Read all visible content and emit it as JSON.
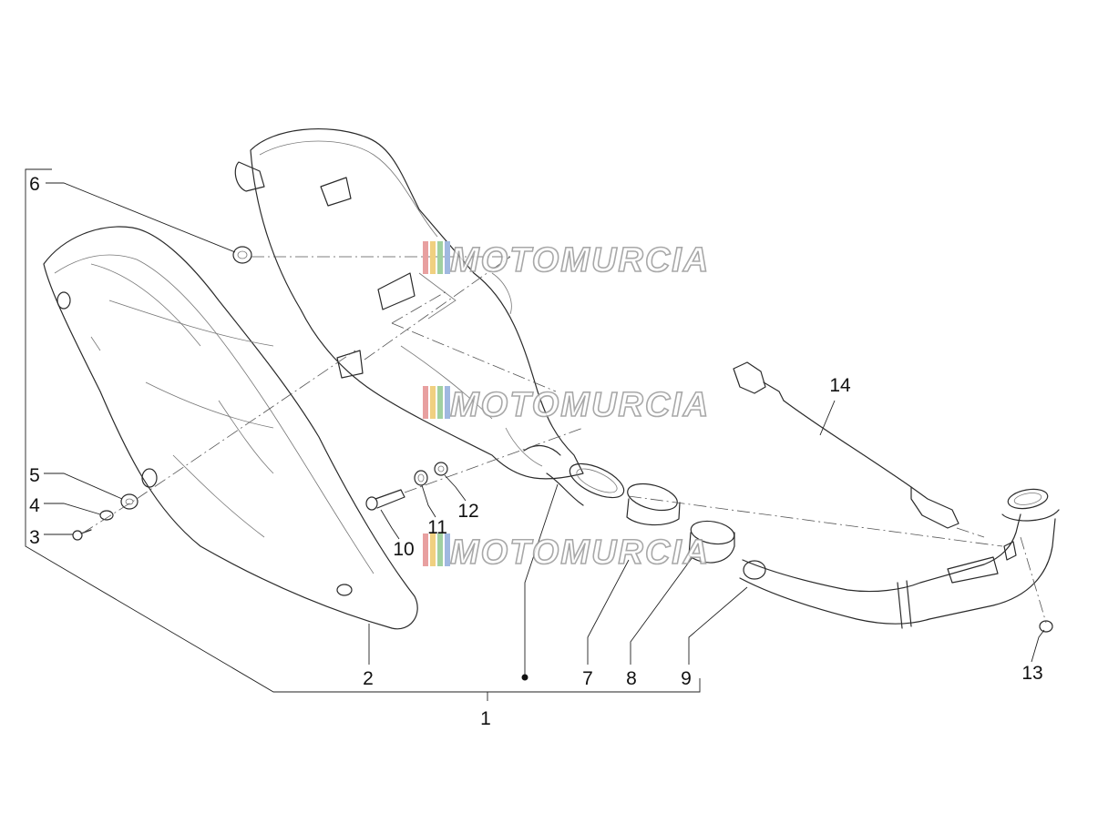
{
  "watermark": {
    "text": "MOTOMURCIA",
    "stripe_colors": [
      "#e8a0a0",
      "#f0d080",
      "#a0d0a0",
      "#a0b8e0"
    ]
  },
  "callouts": {
    "c1": "1",
    "c2": "2",
    "c3": "3",
    "c4": "4",
    "c5": "5",
    "c6": "6",
    "c7": "7",
    "c8": "8",
    "c9": "9",
    "c10": "10",
    "c11": "11",
    "c12": "12",
    "c13": "13",
    "c14": "14"
  }
}
